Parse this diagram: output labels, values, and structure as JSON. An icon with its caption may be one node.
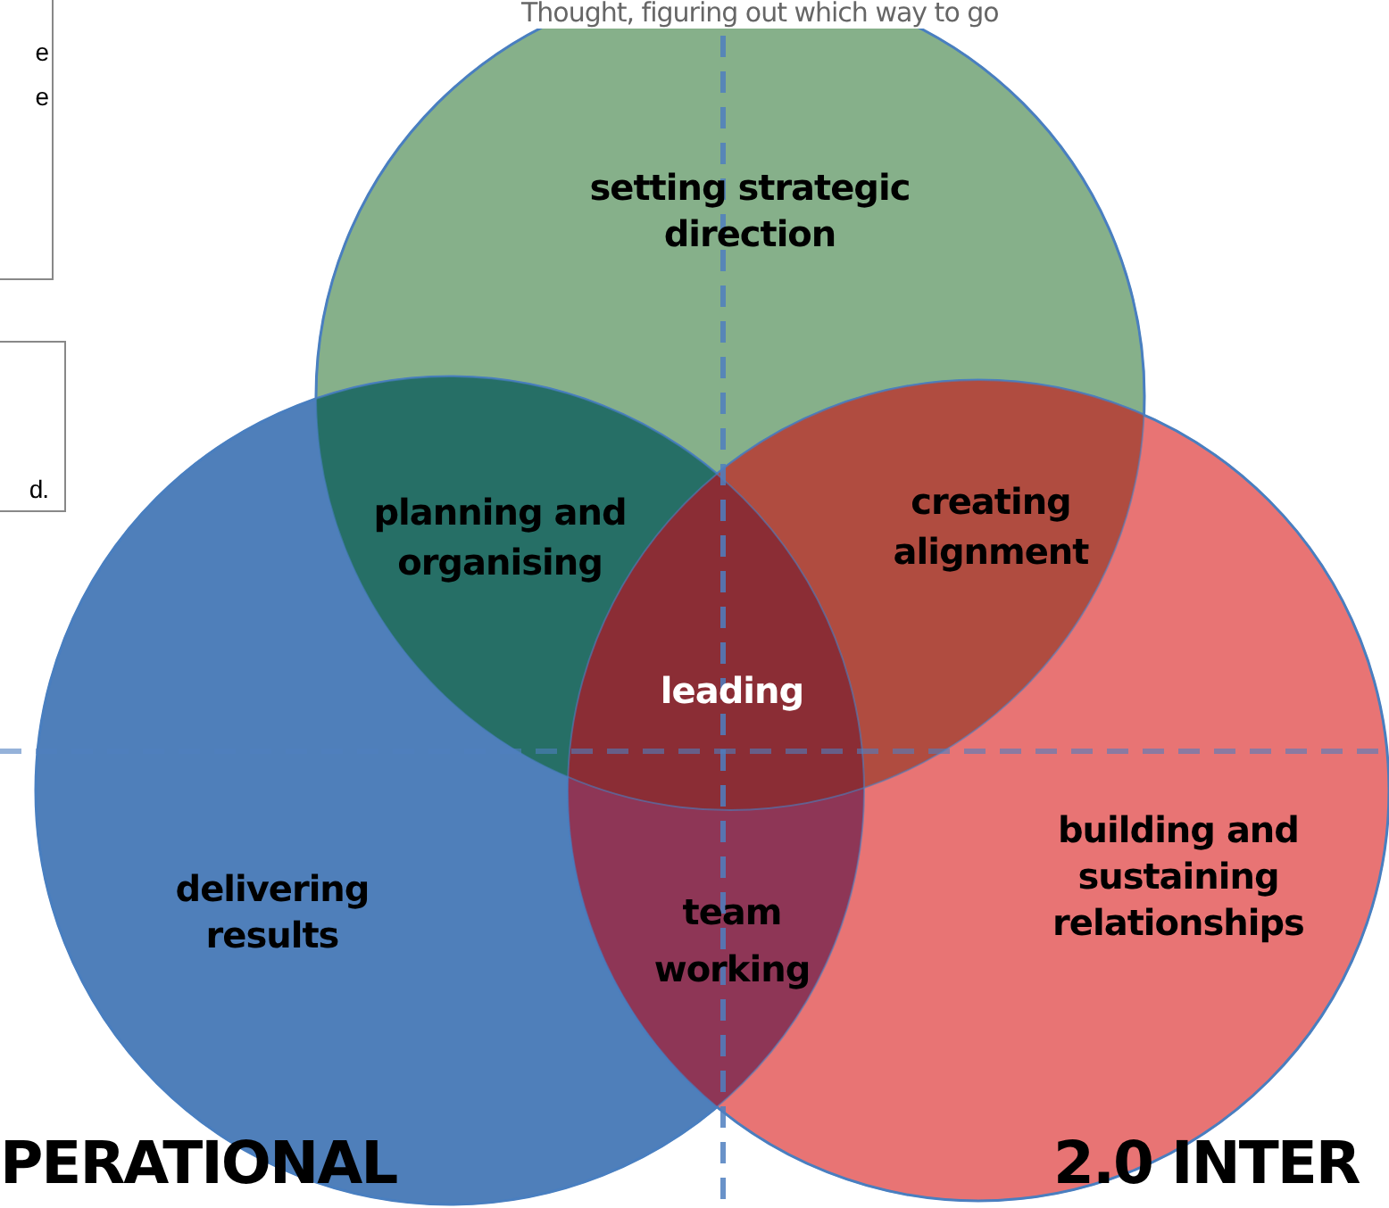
{
  "diagram": {
    "nodes": [
      {
        "text": [
          "e e"
        ]
      },
      {
        "text": [
          "d."
        ]
      },
      {
        "text": [
          "setting strategic direction"
        ]
      },
      {
        "text": [
          "delivering results"
        ]
      },
      {
        "text": [
          "building and sustaining relationships"
        ]
      }
    ],
    "labels": [
      "Thought, figuring out which way to go",
      "planning and organising",
      "creating alignment",
      "leading",
      "team working",
      "PERATIONAL",
      "2.0 INTER"
    ]
  }
}
